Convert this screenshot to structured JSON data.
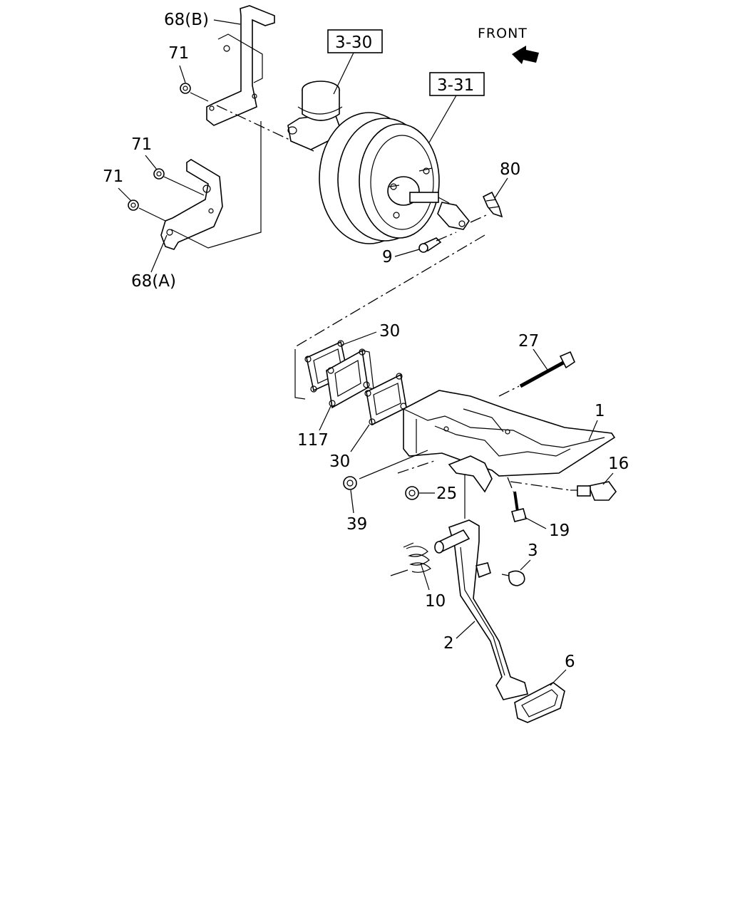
{
  "labels": {
    "front": "FRONT",
    "ref_3_30": "3-30",
    "ref_3_31": "3-31",
    "p68B": "68(B)",
    "p68A": "68(A)",
    "p71a": "71",
    "p71b": "71",
    "p71c": "71",
    "p80": "80",
    "p9": "9",
    "p30a": "30",
    "p30b": "30",
    "p117": "117",
    "p27": "27",
    "p1": "1",
    "p16": "16",
    "p39": "39",
    "p25": "25",
    "p19": "19",
    "p3": "3",
    "p10": "10",
    "p2": "2",
    "p6": "6"
  }
}
